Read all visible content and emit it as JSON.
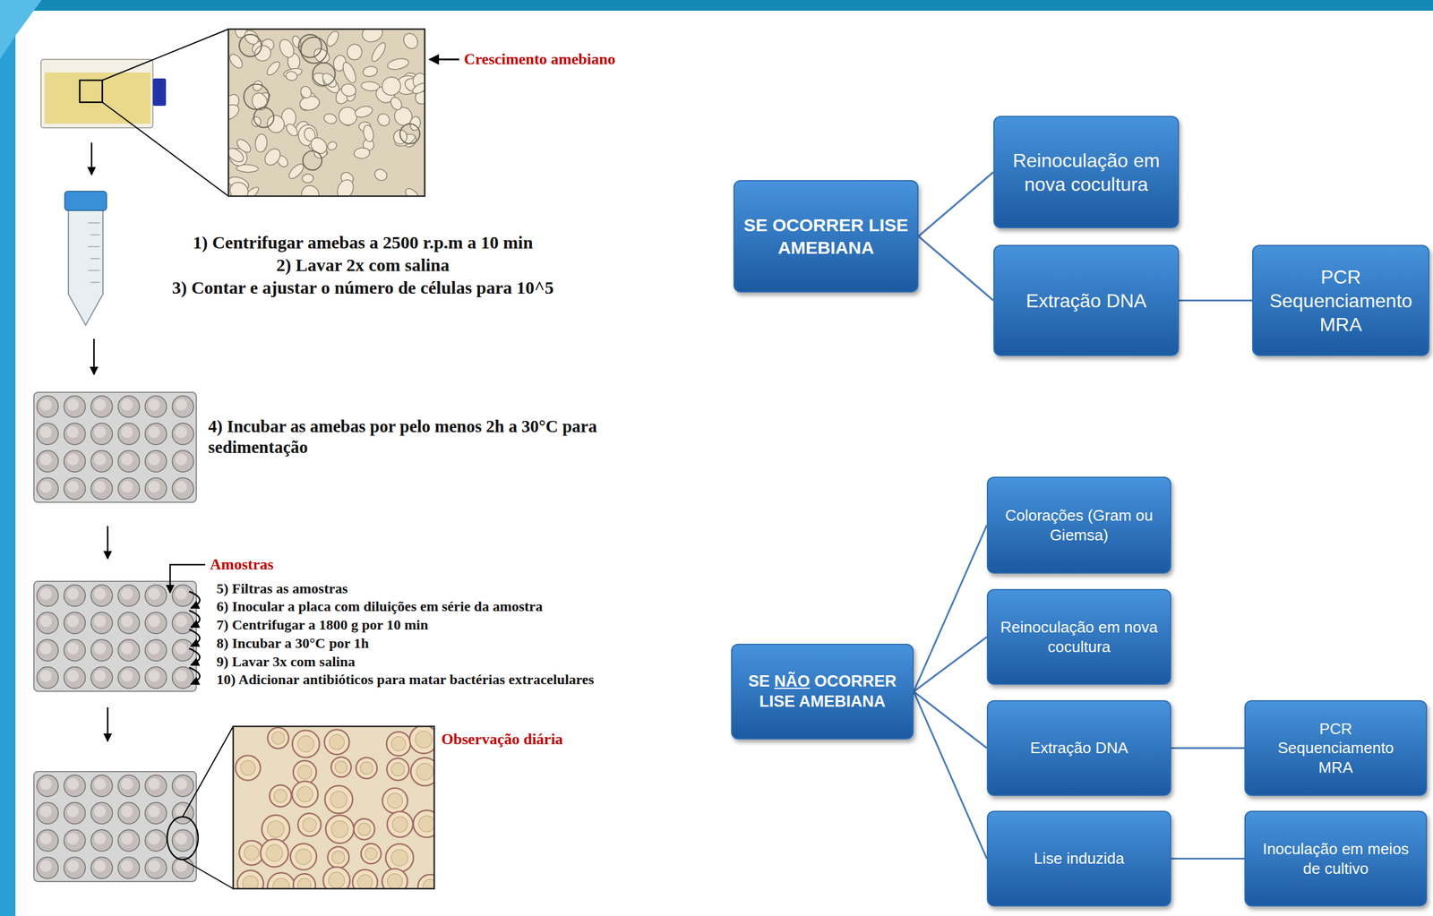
{
  "diagram": {
    "nodes": [
      {
        "text": [
          "SE OCORRER LISE AMEBIANA"
        ]
      },
      {
        "text": [
          "Reinoculação em nova cocultura"
        ]
      },
      {
        "text": [
          "Extração DNA"
        ]
      },
      {
        "text": [
          "PCR",
          "Sequenciamento",
          "MRA"
        ]
      },
      {
        "text": [
          "SE NÃO OCORRER LISE AMEBIANA"
        ]
      },
      {
        "text": [
          "Colorações (Gram ou Giemsa)"
        ]
      },
      {
        "text": [
          "Reinoculação em nova cocultura"
        ]
      },
      {
        "text": [
          "Extração DNA"
        ]
      },
      {
        "text": [
          "PCR",
          "Sequenciamento",
          "MRA"
        ]
      },
      {
        "text": [
          "Lise induzida"
        ]
      },
      {
        "text": [
          "Inoculação em meios de cultivo"
        ]
      }
    ],
    "edges": [
      {
        "from": 0,
        "to": 1,
        "arrow": "none"
      },
      {
        "from": 0,
        "to": 2,
        "arrow": "none"
      },
      {
        "from": 2,
        "to": 3,
        "arrow": "none"
      },
      {
        "from": 4,
        "to": 5,
        "arrow": "none"
      },
      {
        "from": 4,
        "to": 6,
        "arrow": "none"
      },
      {
        "from": 4,
        "to": 7,
        "arrow": "none"
      },
      {
        "from": 7,
        "to": 8,
        "arrow": "none"
      },
      {
        "from": 4,
        "to": 9,
        "arrow": "none"
      },
      {
        "from": 9,
        "to": 10,
        "arrow": "none"
      }
    ],
    "labels": [
      "Crescimento amebiano",
      "1) Centrifugar amebas a 2500 r.p.m a 10 min",
      "2) Lavar 2x com salina",
      "3) Contar e ajustar o número de células para 10^5",
      "4) Incubar as amebas por pelo menos 2h a 30°C para sedimentação",
      "Amostras",
      "5) Filtras as amostras",
      "6) Inocular a placa com diluições em série da amostra",
      "7) Centrifugar a 1800 g por 10 min",
      "8) Incubar a 30°C por 1h",
      "9) Lavar 3x com salina",
      "10) Adicionar antibióticos para matar bactérias extracelulares",
      "Observação diária"
    ]
  }
}
